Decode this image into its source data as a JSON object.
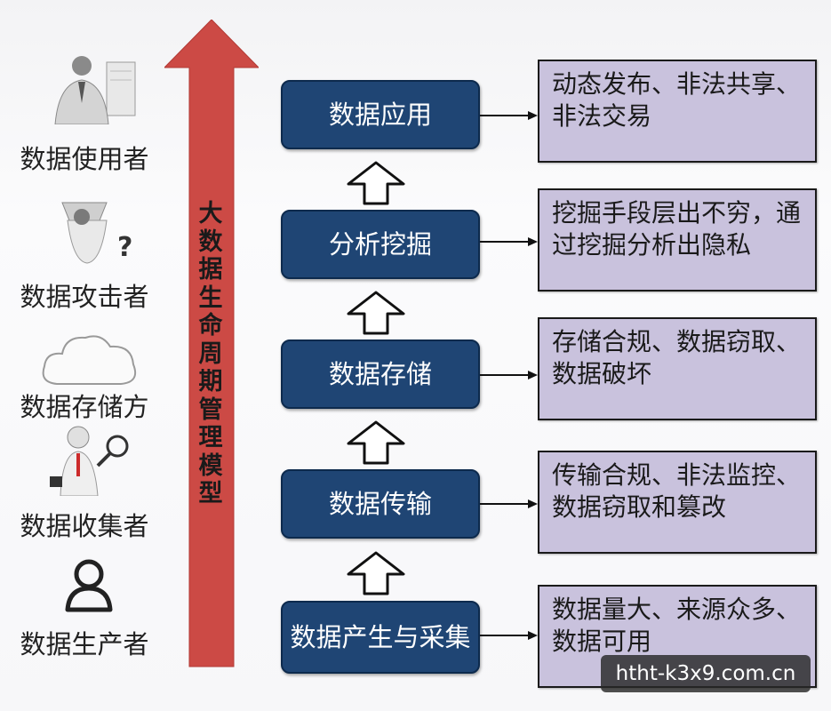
{
  "actors": [
    {
      "label": "数据使用者",
      "icon": "office-worker-icon"
    },
    {
      "label": "数据攻击者",
      "icon": "hacker-question-icon"
    },
    {
      "label": "数据存储方",
      "icon": "cloud-icon"
    },
    {
      "label": "数据收集者",
      "icon": "figure-magnifier-icon"
    },
    {
      "label": "数据生产者",
      "icon": "user-outline-icon"
    }
  ],
  "lifecycle_title": "大数据生命周期管理模型",
  "stages": [
    {
      "label": "数据应用",
      "risk": "动态发布、非法共享、非法交易"
    },
    {
      "label": "分析挖掘",
      "risk": "挖掘手段层出不穷，通过挖掘分析出隐私"
    },
    {
      "label": "数据存储",
      "risk": "存储合规、数据窃取、数据破坏"
    },
    {
      "label": "数据传输",
      "risk": "传输合规、非法监控、数据窃取和篡改"
    },
    {
      "label": "数据产生与采集",
      "risk": "数据量大、来源众多、数据可用"
    }
  ],
  "watermark": "htht-k3x9.com.cn",
  "colors": {
    "arrow": "#cc4a45",
    "stage_fill": "#1f4574",
    "risk_fill": "#c9c2dd"
  }
}
